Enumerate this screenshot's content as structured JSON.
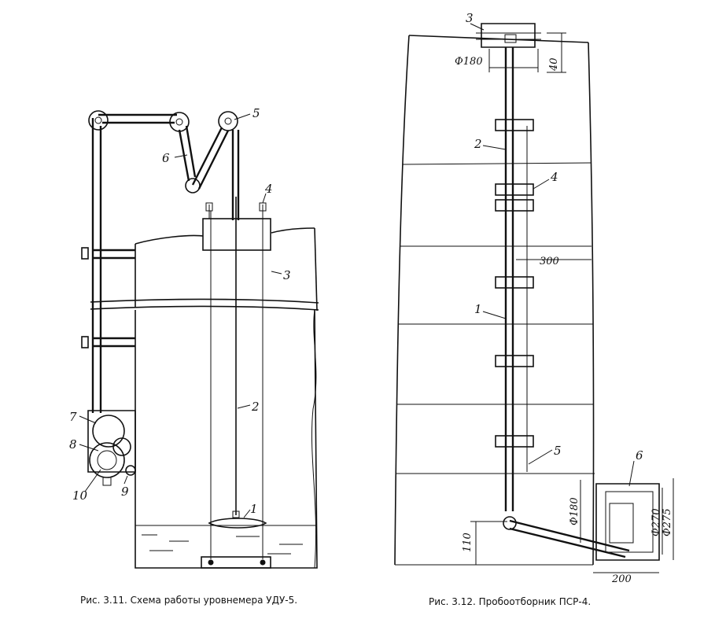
{
  "figure_left": {
    "caption": "Рис. 3.11. Схема работы уровнемера УДУ-5.",
    "labels": [
      "1",
      "2",
      "3",
      "4",
      "5",
      "6",
      "7",
      "8",
      "9",
      "10"
    ]
  },
  "figure_right": {
    "caption": "Рис. 3.12. Пробоотборник ПСР-4.",
    "labels": [
      "1",
      "2",
      "3",
      "4",
      "5",
      "6"
    ],
    "dimensions": [
      "Ф180",
      "40",
      "300",
      "Ф180",
      "Ф270",
      "Ф275",
      "110",
      "200"
    ]
  }
}
